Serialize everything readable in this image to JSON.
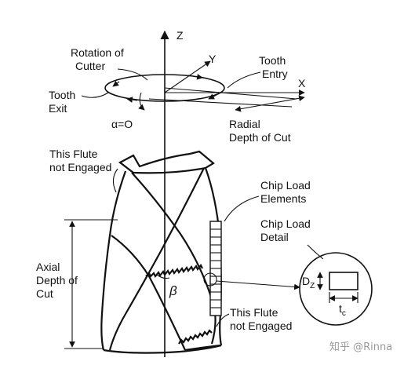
{
  "labels": {
    "z_axis": "Z",
    "y_axis": "Y",
    "x_axis": "X",
    "rotation_line1": "Rotation of",
    "rotation_line2": "Cutter",
    "tooth_entry_line1": "Tooth",
    "tooth_entry_line2": "Entry",
    "tooth_exit_line1": "Tooth",
    "tooth_exit_line2": "Exit",
    "alpha_zero": "α=O",
    "radial_line1": "Radial",
    "radial_line2": "Depth of Cut",
    "flute_top_line1": "This Flute",
    "flute_top_line2": "not Engaged",
    "chip_elements_line1": "Chip Load",
    "chip_elements_line2": "Elements",
    "chip_detail_line1": "Chip Load",
    "chip_detail_line2": "Detail",
    "axial_line1": "Axial",
    "axial_line2": "Depth of",
    "axial_line3": "Cut",
    "beta": "β",
    "dz": "D",
    "dz_sub": "Z",
    "tc": "t",
    "tc_sub": "c",
    "flute_bottom_line1": "This Flute",
    "flute_bottom_line2": "not Engaged"
  },
  "watermark": "知乎 @Rinna"
}
